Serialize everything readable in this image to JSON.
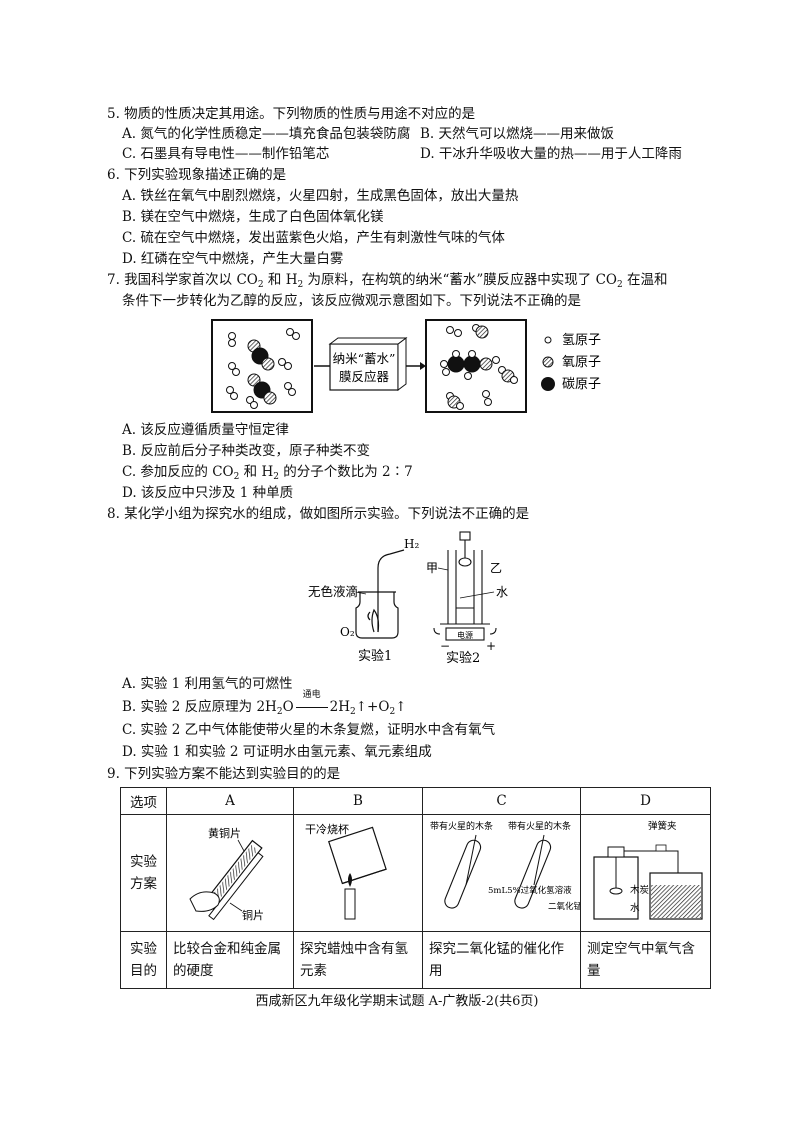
{
  "q5": {
    "stem": "5. 物质的性质决定其用途。下列物质的性质与用途不对应的是",
    "a": "A. 氮气的化学性质稳定——填充食品包装袋防腐",
    "b": "B. 天然气可以燃烧——用来做饭",
    "c": "C. 石墨具有导电性——制作铅笔芯",
    "d": "D. 干冰升华吸收大量的热——用于人工降雨"
  },
  "q6": {
    "stem": "6. 下列实验现象描述正确的是",
    "a": "A. 铁丝在氧气中剧烈燃烧，火星四射，生成黑色固体，放出大量热",
    "b": "B. 镁在空气中燃烧，生成了白色固体氧化镁",
    "c": "C. 硫在空气中燃烧，发出蓝紫色火焰，产生有刺激性气味的气体",
    "d": "D. 红磷在空气中燃烧，产生大量白雾"
  },
  "q7": {
    "stem_1": "7. 我国科学家首次以 CO",
    "stem_2": " 和 H",
    "stem_3": " 为原料，在构筑的纳米“蓄水”膜反应器中实现了 CO",
    "stem_4": " 在温和",
    "stem_line2": "条件下一步转化为乙醇的反应，该反应微观示意图如下。下列说法不正确的是",
    "reactor_line1": "纳米“蓄水”",
    "reactor_line2": "膜反应器",
    "legend_h": "氢原子",
    "legend_o": "氧原子",
    "legend_c": "碳原子",
    "a": "A. 该反应遵循质量守恒定律",
    "b": "B. 反应前后分子种类改变，原子种类不变",
    "c_1": "C. 参加反应的 CO",
    "c_2": " 和 H",
    "c_3": " 的分子个数比为 2∶7",
    "d": "D. 该反应中只涉及 1 种单质",
    "sub2": "2"
  },
  "q8": {
    "stem": "8. 某化学小组为探究水的组成，做如图所示实验。下列说法不正确的是",
    "label_h2": "H₂",
    "label_drops": "无色液滴",
    "label_o2": "O₂",
    "label_exp1": "实验1",
    "label_jia": "甲",
    "label_yi": "乙",
    "label_water": "水",
    "label_power": "电源",
    "label_minus": "−",
    "label_plus": "+",
    "label_exp2": "实验2",
    "a": "A. 实验 1 利用氢气的可燃性",
    "b_1": "B. 实验 2 反应原理为 2H",
    "b_2": "O",
    "b_cond": "通电",
    "b_3": "2H",
    "b_4": "↑+O",
    "b_5": "↑",
    "c": "C. 实验 2 乙中气体能使带火星的木条复燃，证明水中含有氧气",
    "d": "D. 实验 1 和实验 2 可证明水由氢元素、氧元素组成"
  },
  "q9": {
    "stem": "9. 下列实验方案不能达到实验目的的是",
    "header": [
      "选项",
      "A",
      "B",
      "C",
      "D"
    ],
    "row_plan": "实验方案",
    "row_goal": "实验目的",
    "goals": [
      "比较合金和纯金属的硬度",
      "探究蜡烛中含有氢元素",
      "探究二氧化锰的催化作用",
      "测定空气中氧气含量"
    ],
    "a_label1": "黄铜片",
    "a_label2": "铜片",
    "b_label": "干冷烧杯",
    "c_label1": "带有火星的木条",
    "c_label2": "带有火星的木条",
    "c_label3": "5mL5%过氧化氢溶液",
    "c_label4": "二氧化锰",
    "d_label1": "弹簧夹",
    "d_label2": "木炭",
    "d_label3": "水"
  },
  "footer": "西咸新区九年级化学期末试题 A-广教版-2(共6页)"
}
